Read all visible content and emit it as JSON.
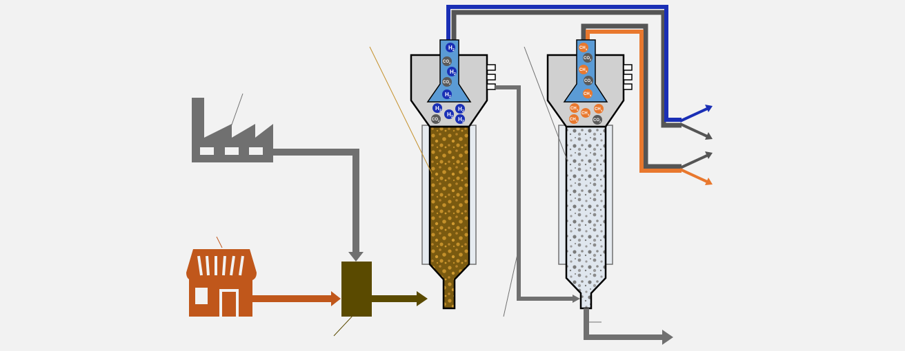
{
  "colors": {
    "background": "#f2f2f2",
    "gray_pipe": "#707070",
    "dark_gray": "#555555",
    "factory": "#707070",
    "shop": "#c0571b",
    "mixer": "#5a4a00",
    "sludge": "#7a5a10",
    "sludge_dot": "#c4902a",
    "granule_bed": "#dfe6ee",
    "granule_dot": "#808080",
    "h2_blue": "#1a2fb5",
    "ch4_orange": "#e8782e",
    "co2_gray": "#5a5a5a",
    "tube_blue": "#5b9bd5",
    "reactor_gray": "#d0d0d0"
  },
  "icons": {
    "factory": "factory-icon",
    "shop": "shop-icon",
    "mixer": "mixing-tank-icon"
  },
  "molecules": {
    "h2": "H",
    "h2_sub": "2",
    "ch4": "CH",
    "ch4_sub": "4",
    "co2": "CO",
    "co2_sub": "2"
  }
}
